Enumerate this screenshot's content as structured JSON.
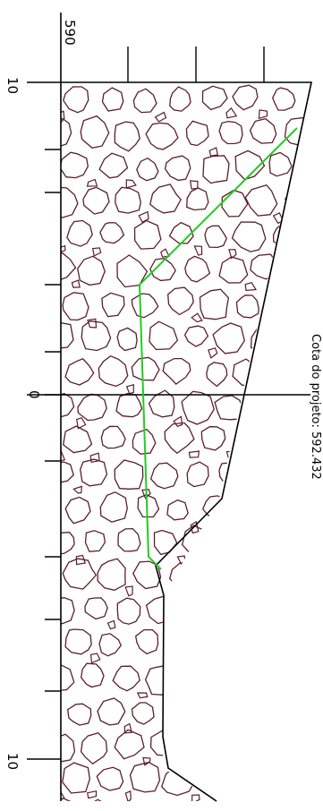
{
  "colors": {
    "background": "#ffffff",
    "line": "#000000",
    "rock": "#5a1e2c",
    "design_profile": "#22cc22"
  },
  "labels": {
    "datum_elevation": "590",
    "offset_left": "10",
    "offset_center": "0",
    "offset_right": "10",
    "project_grade": "Cota do projeto: 592.432"
  }
}
